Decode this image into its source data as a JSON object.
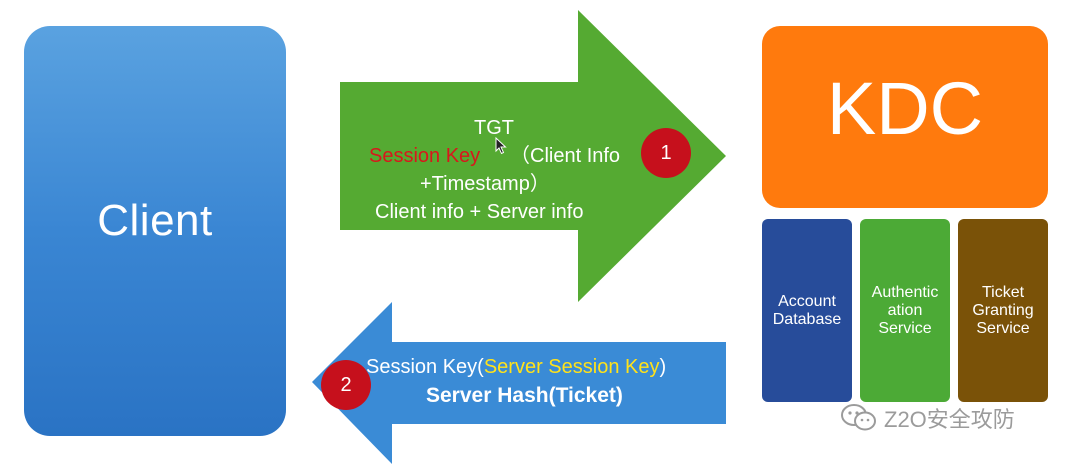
{
  "client": {
    "label": "Client",
    "color": "#3a86d3"
  },
  "kdc": {
    "label": "KDC",
    "color": "#ff7a0d",
    "services": [
      {
        "lines": [
          "Account",
          "Database"
        ],
        "color": "#274c9a"
      },
      {
        "lines": [
          "Authentic",
          "ation",
          "Service"
        ],
        "color": "#4caa36"
      },
      {
        "lines": [
          "Ticket",
          "Granting",
          "Service"
        ],
        "color": "#7a5208"
      }
    ]
  },
  "arrow_request": {
    "direction": "client-to-kdc",
    "color": "#55aa32",
    "step": "1",
    "tgt": "TGT",
    "session_key": "Session Key",
    "client_info_open": "（Client Info",
    "timestamp": "+Timestamp）",
    "client_server_info": "Client info + Server info",
    "highlight_color": "#d8171c"
  },
  "arrow_response": {
    "direction": "kdc-to-client",
    "color": "#3a8bd6",
    "step": "2",
    "session_key_prefix": "Session Key(",
    "server_session_key": "Server Session Key",
    "session_key_suffix": ")",
    "server_hash": "Server Hash(Ticket)",
    "highlight_color": "#ffe21a"
  },
  "watermark": {
    "text": "Z2O安全攻防",
    "icon": "wechat-icon"
  }
}
